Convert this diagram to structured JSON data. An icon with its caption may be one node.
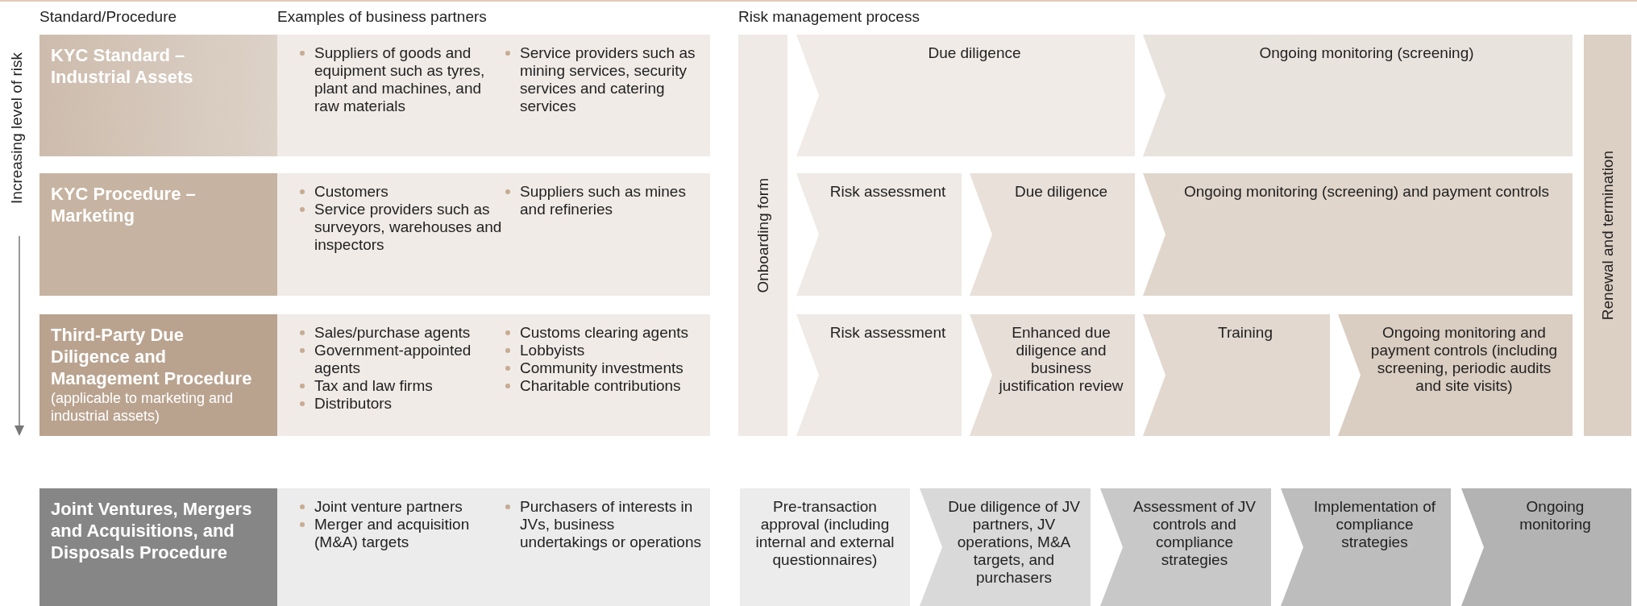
{
  "diagram": {
    "nodes": [
      {
        "text": [
          "KYC Standard – Industrial Assets"
        ]
      },
      {
        "text": [
          "Suppliers of goods and equipment such as tyres, plant and machines, and raw materials",
          "Service providers such as mining services, security services and catering services"
        ]
      },
      {
        "text": [
          "Onboarding form"
        ]
      },
      {
        "text": [
          "Due diligence"
        ]
      },
      {
        "text": [
          "Ongoing monitoring (screening)"
        ]
      },
      {
        "text": [
          "Renewal and termination"
        ]
      },
      {
        "text": [
          "KYC Procedure – Marketing"
        ]
      },
      {
        "text": [
          "Customers",
          "Service providers such as surveyors, warehouses and inspectors",
          "Suppliers such as mines and refineries"
        ]
      },
      {
        "text": [
          "Risk assessment"
        ]
      },
      {
        "text": [
          "Due diligence"
        ]
      },
      {
        "text": [
          "Ongoing monitoring (screening) and payment controls"
        ]
      },
      {
        "text": [
          "Third-Party Due Diligence and Management Procedure",
          "(applicable to marketing and industrial assets)"
        ]
      },
      {
        "text": [
          "Sales/purchase agents",
          "Government-appointed agents",
          "Tax and law firms",
          "Distributors",
          "Customs clearing agents",
          "Lobbyists",
          "Community investments",
          "Charitable contributions"
        ]
      },
      {
        "text": [
          "Risk assessment"
        ]
      },
      {
        "text": [
          "Enhanced due diligence and business justification review"
        ]
      },
      {
        "text": [
          "Training"
        ]
      },
      {
        "text": [
          "Ongoing monitoring and payment controls (including screening, periodic audits and site visits)"
        ]
      },
      {
        "text": [
          "Joint Ventures, Mergers and Acquisitions, and Disposals Procedure"
        ]
      },
      {
        "text": [
          "Joint venture partners",
          "Merger and acquisition (M&A) targets",
          "Purchasers of interests in JVs, business undertakings or operations"
        ]
      },
      {
        "text": [
          "Pre-transaction approval (including internal and external questionnaires)"
        ]
      },
      {
        "text": [
          "Due diligence of JV partners, JV operations, M&A targets, and purchasers"
        ]
      },
      {
        "text": [
          "Assessment of JV controls and compliance strategies"
        ]
      },
      {
        "text": [
          "Implementation of compliance strategies"
        ]
      },
      {
        "text": [
          "Ongoing monitoring"
        ]
      }
    ],
    "labels": [
      "Standard/Procedure",
      "Examples of business partners",
      "Risk management process",
      "Increasing level of risk"
    ]
  }
}
